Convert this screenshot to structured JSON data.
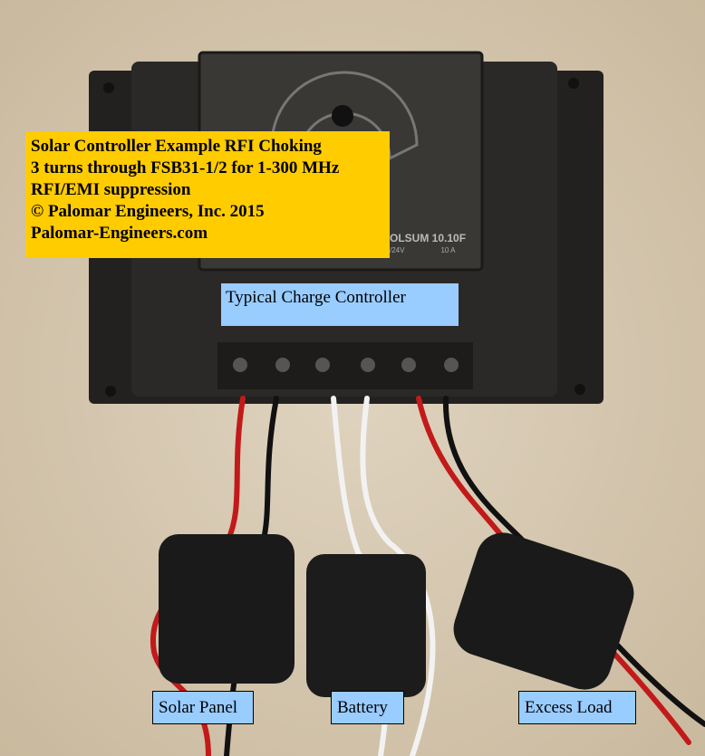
{
  "annotation": {
    "lines": [
      "Solar Controller Example RFI Choking",
      "3 turns through FSB31-1/2 for 1-300 MHz",
      "RFI/EMI suppression",
      "© Palomar Engineers, Inc. 2015",
      "Palomar-Engineers.com"
    ],
    "color": "#ffcc00"
  },
  "device_label": "Typical Charge Controller",
  "device_text": {
    "model": "OLSUM 10.10F",
    "rating_left": "/24V",
    "rating_right": "10 A"
  },
  "cable_labels": [
    "Solar Panel",
    "Battery",
    "Excess Load"
  ],
  "label_color": "#99ccff"
}
